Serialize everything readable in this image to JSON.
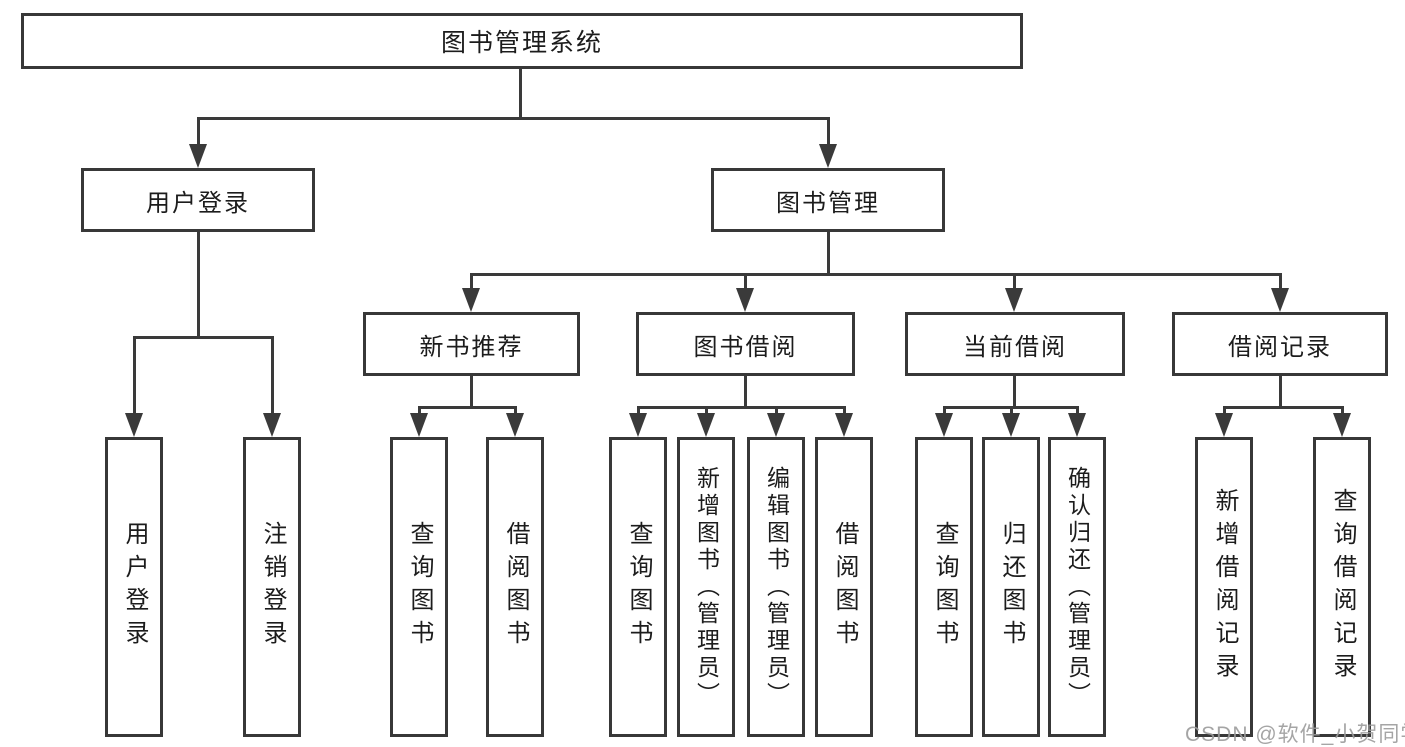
{
  "diagram": {
    "colors": {
      "background": "#ffffff",
      "border": "#383838",
      "line": "#3a3a3a",
      "text": "#1c1c1c",
      "watermark": "#9b9b9b"
    },
    "root": {
      "label": "图书管理系统"
    },
    "level2": [
      {
        "label": "用户登录"
      },
      {
        "label": "图书管理"
      }
    ],
    "level3": [
      {
        "label": "新书推荐"
      },
      {
        "label": "图书借阅"
      },
      {
        "label": "当前借阅"
      },
      {
        "label": "借阅记录"
      }
    ],
    "leaves": [
      {
        "label": "用户登录"
      },
      {
        "label": "注销登录"
      },
      {
        "label": "查询图书"
      },
      {
        "label": "借阅图书"
      },
      {
        "label": "查询图书"
      },
      {
        "label": "新增图书（管理员）"
      },
      {
        "label": "编辑图书（管理员）"
      },
      {
        "label": "借阅图书"
      },
      {
        "label": "查询图书"
      },
      {
        "label": "归还图书"
      },
      {
        "label": "确认归还（管理员）"
      },
      {
        "label": "新增借阅记录"
      },
      {
        "label": "查询借阅记录"
      }
    ]
  },
  "watermark": {
    "text": "CSDN @软件_小贺同学"
  }
}
